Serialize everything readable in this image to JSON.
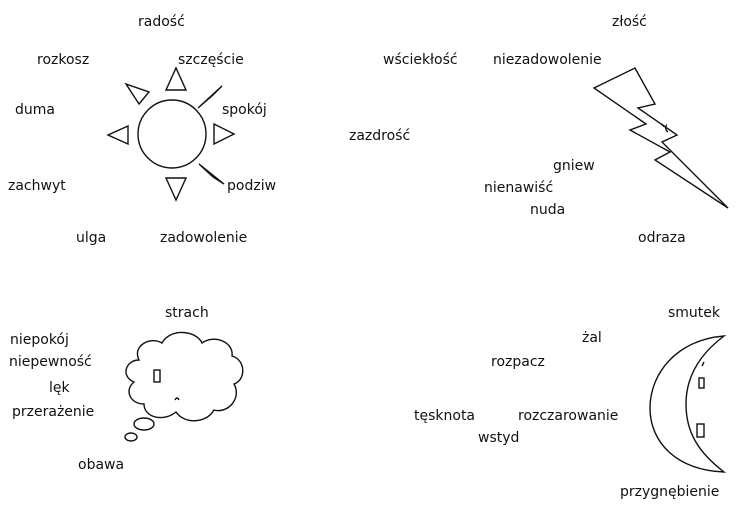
{
  "groups": {
    "joy": {
      "title": "radość",
      "words": [
        "rozkosz",
        "szczęście",
        "duma",
        "spokój",
        "zachwyt",
        "podziw",
        "ulga",
        "zadowolenie"
      ],
      "icon": "sun-icon"
    },
    "anger": {
      "title": "złość",
      "words": [
        "wściekłość",
        "niezadowolenie",
        "zazdrość",
        "gniew",
        "nienawiść",
        "nuda",
        "odraza"
      ],
      "icon": "lightning-bolt-icon"
    },
    "fear": {
      "title": "strach",
      "words": [
        "niepokój",
        "niepewność",
        "lęk",
        "przerażenie",
        "obawa"
      ],
      "icon": "thought-cloud-icon"
    },
    "sadness": {
      "title": "smutek",
      "words": [
        "żal",
        "rozpacz",
        "tęsknota",
        "rozczarowanie",
        "wstyd",
        "przygnębienie"
      ],
      "icon": "crescent-moon-icon"
    }
  }
}
